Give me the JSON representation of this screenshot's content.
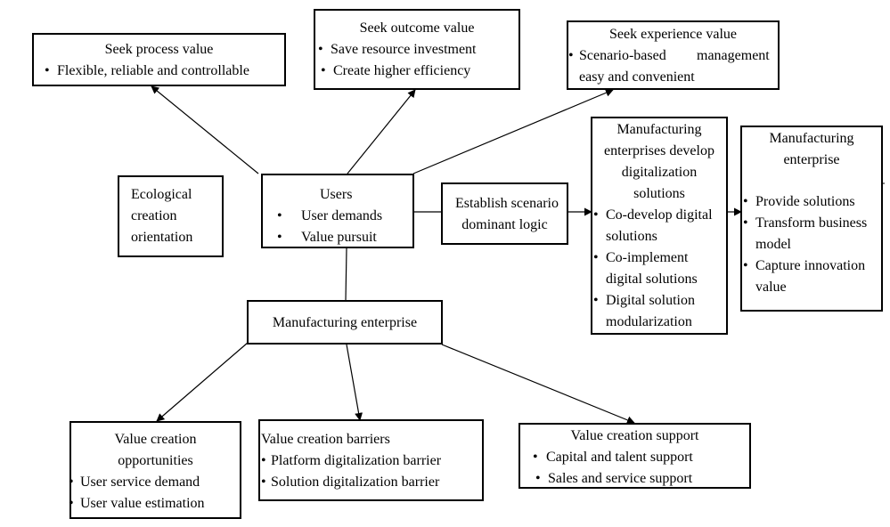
{
  "seek_process": {
    "title": "Seek process value",
    "items": [
      "Flexible, reliable and controllable"
    ]
  },
  "seek_outcome": {
    "title": "Seek outcome value",
    "items": [
      "Save resource investment",
      "Create higher efficiency"
    ]
  },
  "seek_experience": {
    "title": "Seek experience value",
    "line1": "Scenario-based",
    "line1b": "management",
    "line2": "easy and convenient"
  },
  "ecological": {
    "lines": [
      "Ecological",
      "creation",
      "orientation"
    ]
  },
  "users": {
    "title": "Users",
    "items": [
      "User demands",
      "Value pursuit"
    ]
  },
  "establish": {
    "lines": [
      "Establish scenario",
      "dominant logic"
    ]
  },
  "develop": {
    "title_lines": [
      "Manufacturing",
      "enterprises develop",
      "digitalization",
      "solutions"
    ],
    "items": [
      "Co-develop digital",
      "solutions",
      "Co-implement",
      "digital solutions",
      "Digital solution",
      "modularization"
    ]
  },
  "mfg_right": {
    "title_lines": [
      "Manufacturing",
      "enterprise"
    ],
    "items": [
      "Provide solutions",
      "Transform business",
      "model",
      "Capture innovation",
      "value"
    ]
  },
  "mfg_center": {
    "title": "Manufacturing enterprise"
  },
  "opportunities": {
    "title_lines": [
      "Value creation",
      "opportunities"
    ],
    "items": [
      "User service demand",
      "User value estimation"
    ]
  },
  "barriers": {
    "title": "Value creation barriers",
    "items": [
      "Platform digitalization barrier",
      "Solution digitalization barrier"
    ]
  },
  "support": {
    "title": "Value creation support",
    "items": [
      "Capital and talent support",
      "Sales and service support"
    ]
  }
}
